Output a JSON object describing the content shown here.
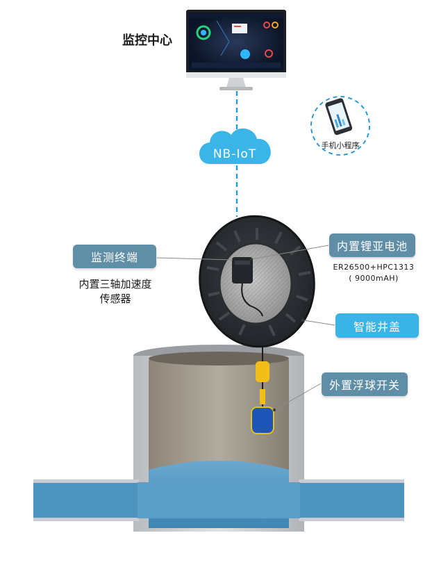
{
  "monitor_center": {
    "label": "监控中心"
  },
  "mobile_app": {
    "label": "手机小程序"
  },
  "network": {
    "label": "NB-IoT"
  },
  "terminal": {
    "label": "监测终端",
    "sublabel_line1": "内置三轴加速度",
    "sublabel_line2": "传感器"
  },
  "battery": {
    "label": "内置锂亚电池",
    "spec_line1": "ER26500+HPC1313",
    "spec_line2": "( 9000mAH)"
  },
  "cover": {
    "label": "智能井盖"
  },
  "float_switch": {
    "label": "外置浮球开关"
  },
  "colors": {
    "label_dark": "#5f8ea6",
    "label_bright": "#3ab4e6",
    "cloud": "#3bb5e8",
    "link_dashed": "#2a9ad8",
    "water": "#4c93bd",
    "cover_dark": "#2c2f33",
    "float_yellow": "#f2bf1a",
    "float_blue": "#1f54b8"
  }
}
